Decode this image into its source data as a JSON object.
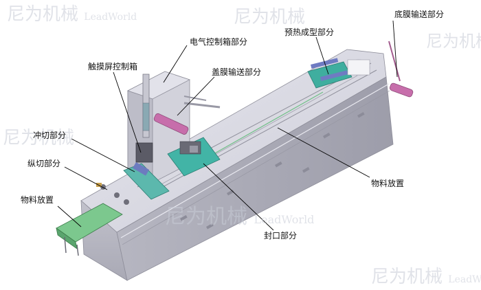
{
  "labels": {
    "film_bottom_feed": "底膜输送部分",
    "preheat_forming": "预热成型部分",
    "electric_box": "电气控制箱部分",
    "touchscreen_box": "触摸屏控制箱",
    "cover_film_feed": "盖膜输送部分",
    "punch_cut": "冲切部分",
    "longitudinal_cut": "纵切部分",
    "material_placement_left": "物料放置",
    "material_placement_right": "物料放置",
    "sealing": "封口部分"
  },
  "watermark": {
    "brand_cn": "尼为机械",
    "brand_en": "LeadWorld"
  },
  "colors": {
    "machine_body": "#b9b9c4",
    "machine_top": "#d9d9e2",
    "machine_side": "#a7a7b3",
    "teal_parts": "#3fb3a4",
    "green_conveyor": "#7bc98c",
    "magenta_cylinders": "#c36fa8",
    "leader_lines": "#000000"
  }
}
